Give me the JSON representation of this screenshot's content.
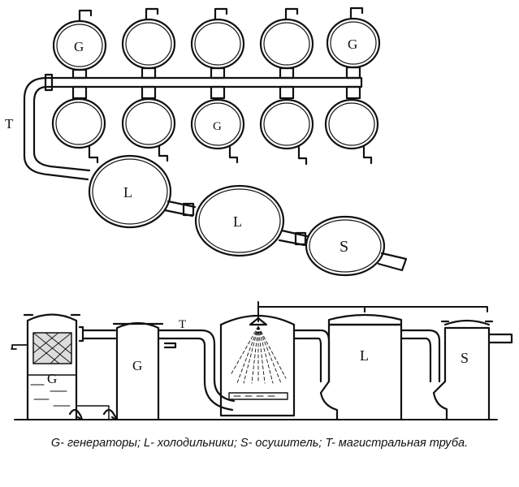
{
  "top_view": {
    "labels": {
      "gen_top_left": "G",
      "gen_top_right": "G",
      "gen_bottom_mid": "G",
      "pipe": "T",
      "cooler_1": "L",
      "cooler_2": "L",
      "dryer": "S"
    }
  },
  "side_view": {
    "labels": {
      "gen_1": "G",
      "gen_2": "G",
      "pipe": "T",
      "cooler": "L",
      "dryer": "S"
    }
  },
  "caption": "G- генераторы; L- холодильники; S- осушитель; T- магистральная труба."
}
